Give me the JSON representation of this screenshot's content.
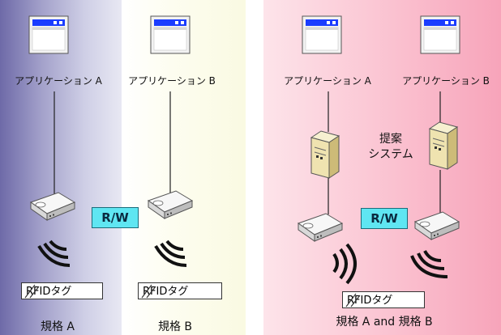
{
  "left_diagram": {
    "app_a_label": "アプリケーション A",
    "app_b_label": "アプリケーション B",
    "rw_label": "R/W",
    "tag_a_label": "RFIDタグ",
    "tag_b_label": "RFIDタグ",
    "standard_a_label": "規格 A",
    "standard_b_label": "規格 B"
  },
  "right_diagram": {
    "app_a_label": "アプリケーション A",
    "app_b_label": "アプリケーション B",
    "system_label_line1": "提案",
    "system_label_line2": "システム",
    "rw_label": "R/W",
    "tag_label": "RFIDタグ",
    "standard_label": "規格 A and 規格 B"
  },
  "colors": {
    "panel_a": "#a4a2cb",
    "panel_b": "#fafae2",
    "panel_c": "#f7a4ba",
    "rw_box": "#5fe6f2",
    "window_titlebar": "#1a3cff"
  },
  "icon_names": [
    "application-window-icon",
    "server-icon",
    "rfid-reader-icon",
    "wireless-signal-icon",
    "rfid-tag-icon"
  ]
}
